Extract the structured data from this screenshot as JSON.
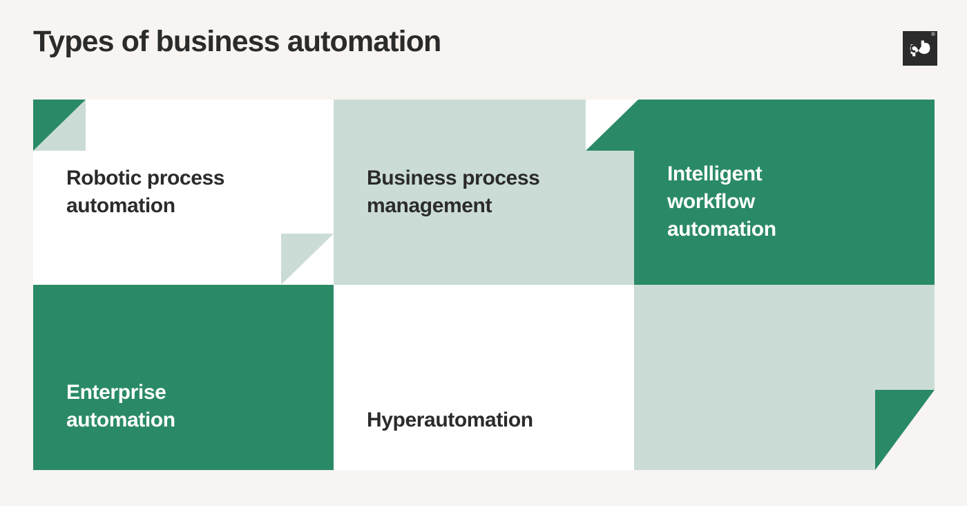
{
  "page": {
    "background_color": "#f7f4f1",
    "title": "Types of business automation"
  },
  "brand": {
    "logo_name": "pandadoc-logo",
    "logo_monogram": "pd",
    "registered_symbol": "®",
    "logo_background": "#2b2b2b",
    "logo_foreground": "#ffffff"
  },
  "palette": {
    "green": "#2a8a66",
    "mint": "#cbdcd6",
    "white": "#ffffff",
    "cream": "#f7f4f1",
    "text_dark": "#2b2b2b",
    "text_light": "#ffffff"
  },
  "grid": {
    "columns": 3,
    "rows": 2,
    "cells": [
      {
        "id": "robotic-process-automation",
        "label": "Robotic process\nautomation",
        "fill": "white",
        "text_color": "dark",
        "corner": "top-left",
        "corner_colors": [
          "green",
          "mint"
        ]
      },
      {
        "id": "business-process-management",
        "label": "Business process\nmanagement",
        "fill": "mint",
        "text_color": "dark",
        "corner": "top-right",
        "corner_colors": [
          "white",
          "green"
        ]
      },
      {
        "id": "intelligent-workflow-automation",
        "label": "Intelligent\nworkflow\nautomation",
        "fill": "green",
        "text_color": "light",
        "corner": "none",
        "corner_colors": []
      },
      {
        "id": "enterprise-automation",
        "label": "Enterprise\nautomation",
        "fill": "green",
        "text_color": "light",
        "corner": "bottom-right",
        "corner_colors": [
          "mint",
          "white"
        ]
      },
      {
        "id": "hyperautomation",
        "label": "Hyperautomation",
        "fill": "white",
        "text_color": "dark",
        "corner": "none",
        "corner_colors": []
      },
      {
        "id": "mint-accent",
        "label": "",
        "fill": "mint",
        "text_color": "dark",
        "corner": "bottom-right",
        "corner_colors": [
          "green",
          "cream"
        ]
      }
    ]
  }
}
